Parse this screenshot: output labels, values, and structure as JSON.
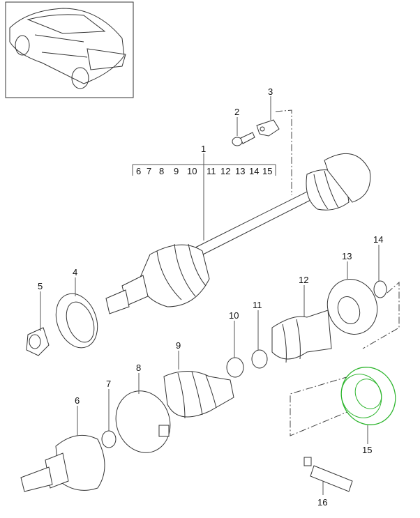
{
  "diagram": {
    "highlight_color": "#2db52d",
    "labels": [
      "1",
      "2",
      "3",
      "4",
      "5",
      "6",
      "7",
      "8",
      "9",
      "10",
      "11",
      "12",
      "13",
      "14",
      "15",
      "16"
    ],
    "sub_list": [
      "6",
      "7",
      "8",
      "9",
      "10",
      "11",
      "12",
      "13",
      "14",
      "15"
    ]
  }
}
